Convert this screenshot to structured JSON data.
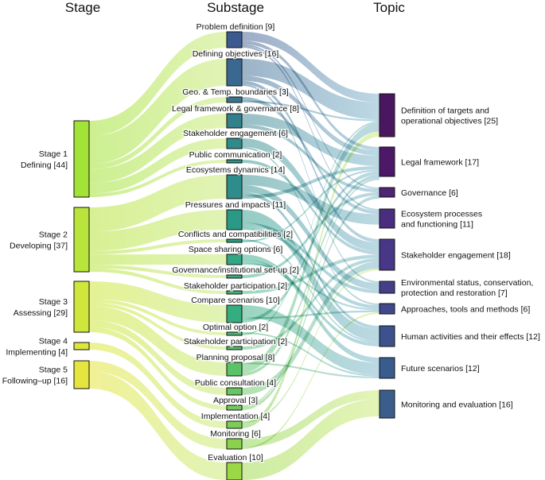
{
  "headers": {
    "stage": "Stage",
    "substage": "Substage",
    "topic": "Topic"
  },
  "stages": [
    {
      "lines": [
        "Stage 1",
        "Defining [44]"
      ],
      "value": 44,
      "color": "#a3e236"
    },
    {
      "lines": [
        "Stage 2",
        "Developing [37]"
      ],
      "value": 37,
      "color": "#b8e43b"
    },
    {
      "lines": [
        "Stage 3",
        "Assessing [29]"
      ],
      "value": 29,
      "color": "#cfe63c"
    },
    {
      "lines": [
        "Stage 4",
        "Implementing [4]"
      ],
      "value": 4,
      "color": "#dde63d"
    },
    {
      "lines": [
        "Stage 5",
        "Following–up [16]"
      ],
      "value": 16,
      "color": "#e5e53f"
    }
  ],
  "substages": [
    {
      "label": "Problem definition [9]",
      "value": 9,
      "stage": 0,
      "color": "#3c5a8f"
    },
    {
      "label": "Defining objectives [16]",
      "value": 16,
      "stage": 0,
      "color": "#3a6891"
    },
    {
      "label": "Geo. & Temp. boundaries [3]",
      "value": 3,
      "stage": 0,
      "color": "#37758e"
    },
    {
      "label": "Legal framework & governance [8]",
      "value": 8,
      "stage": 0,
      "color": "#32808c"
    },
    {
      "label": "Stakeholder engagement [6]",
      "value": 6,
      "stage": 0,
      "color": "#2f8a8a"
    },
    {
      "label": "Public communication [2]",
      "value": 2,
      "stage": 0,
      "color": "#2c9488"
    },
    {
      "label": "Ecosystems dynamics [14]",
      "value": 14,
      "stage": 1,
      "color": "#2e8c8a"
    },
    {
      "label": "Pressures and impacts [11]",
      "value": 11,
      "stage": 1,
      "color": "#2a9a86"
    },
    {
      "label": "Conflicts and compatibilities [2]",
      "value": 2,
      "stage": 1,
      "color": "#2aa184"
    },
    {
      "label": "Space sharing options [6]",
      "value": 6,
      "stage": 1,
      "color": "#2fa883"
    },
    {
      "label": "Governance/institutional set-up [2]",
      "value": 2,
      "stage": 1,
      "color": "#36ae7f"
    },
    {
      "label": "Stakeholder participation [2]",
      "value": 2,
      "stage": 1,
      "color": "#3fb47a"
    },
    {
      "label": "Compare scenarios [10]",
      "value": 10,
      "stage": 2,
      "color": "#35ad7e"
    },
    {
      "label": "Optimal option [2]",
      "value": 2,
      "stage": 2,
      "color": "#48b873"
    },
    {
      "label": "Stakeholder participation [2]",
      "value": 2,
      "stage": 2,
      "color": "#52bd6e"
    },
    {
      "label": "Planning proposal [8]",
      "value": 8,
      "stage": 2,
      "color": "#5cc268"
    },
    {
      "label": "Public consultation [4]",
      "value": 4,
      "stage": 2,
      "color": "#68c662"
    },
    {
      "label": "Approval [3]",
      "value": 3,
      "stage": 2,
      "color": "#72ca5c"
    },
    {
      "label": "Implementation [4]",
      "value": 4,
      "stage": 3,
      "color": "#7ccd55"
    },
    {
      "label": "Monitoring [6]",
      "value": 6,
      "stage": 4,
      "color": "#8ad24e"
    },
    {
      "label": "Evaluation [10]",
      "value": 10,
      "stage": 4,
      "color": "#9ad845"
    }
  ],
  "topics": [
    {
      "lines": [
        "Definition of targets and",
        "operational objectives [25]"
      ],
      "value": 25,
      "color": "#4a1660"
    },
    {
      "lines": [
        "Legal framework [17]"
      ],
      "value": 17,
      "color": "#4d1868"
    },
    {
      "lines": [
        "Governance [6]"
      ],
      "value": 6,
      "color": "#4f2475"
    },
    {
      "lines": [
        "Ecosystem processes",
        "and functioning [11]"
      ],
      "value": 11,
      "color": "#4a2d7e"
    },
    {
      "lines": [
        "Stakeholder engagement [18]"
      ],
      "value": 18,
      "color": "#483686"
    },
    {
      "lines": [
        "Environmental status, conservation,",
        "protection and restoration [7]"
      ],
      "value": 7,
      "color": "#453f89"
    },
    {
      "lines": [
        "Approaches, tools and methods [6]"
      ],
      "value": 6,
      "color": "#41488b"
    },
    {
      "lines": [
        "Human activities and their effects [12]"
      ],
      "value": 12,
      "color": "#3d528c"
    },
    {
      "lines": [
        "Future scenarios [12]"
      ],
      "value": 12,
      "color": "#385c8d"
    },
    {
      "lines": [
        "Monitoring and evaluation [16]"
      ],
      "value": 16,
      "color": "#3a5d8c"
    }
  ],
  "links_right": [
    [
      0,
      0,
      5
    ],
    [
      0,
      1,
      2
    ],
    [
      0,
      2,
      1
    ],
    [
      0,
      3,
      1
    ],
    [
      1,
      0,
      10
    ],
    [
      1,
      1,
      3
    ],
    [
      1,
      4,
      2
    ],
    [
      1,
      5,
      1
    ],
    [
      2,
      3,
      2
    ],
    [
      2,
      0,
      1
    ],
    [
      3,
      1,
      6
    ],
    [
      3,
      2,
      2
    ],
    [
      4,
      4,
      5
    ],
    [
      4,
      6,
      1
    ],
    [
      5,
      4,
      2
    ],
    [
      6,
      3,
      6
    ],
    [
      6,
      5,
      4
    ],
    [
      6,
      7,
      2
    ],
    [
      6,
      1,
      2
    ],
    [
      7,
      7,
      7
    ],
    [
      7,
      5,
      2
    ],
    [
      7,
      6,
      2
    ],
    [
      8,
      7,
      1
    ],
    [
      8,
      1,
      1
    ],
    [
      9,
      8,
      3
    ],
    [
      9,
      7,
      2
    ],
    [
      9,
      6,
      1
    ],
    [
      10,
      2,
      2
    ],
    [
      11,
      4,
      2
    ],
    [
      12,
      8,
      7
    ],
    [
      12,
      6,
      1
    ],
    [
      12,
      1,
      2
    ],
    [
      13,
      8,
      1
    ],
    [
      13,
      0,
      1
    ],
    [
      14,
      4,
      2
    ],
    [
      15,
      8,
      1
    ],
    [
      15,
      0,
      5
    ],
    [
      15,
      1,
      2
    ],
    [
      16,
      4,
      4
    ],
    [
      17,
      1,
      1
    ],
    [
      17,
      2,
      2
    ],
    [
      18,
      4,
      1
    ],
    [
      18,
      0,
      3
    ],
    [
      19,
      9,
      5
    ],
    [
      19,
      6,
      1
    ],
    [
      20,
      9,
      10
    ]
  ]
}
